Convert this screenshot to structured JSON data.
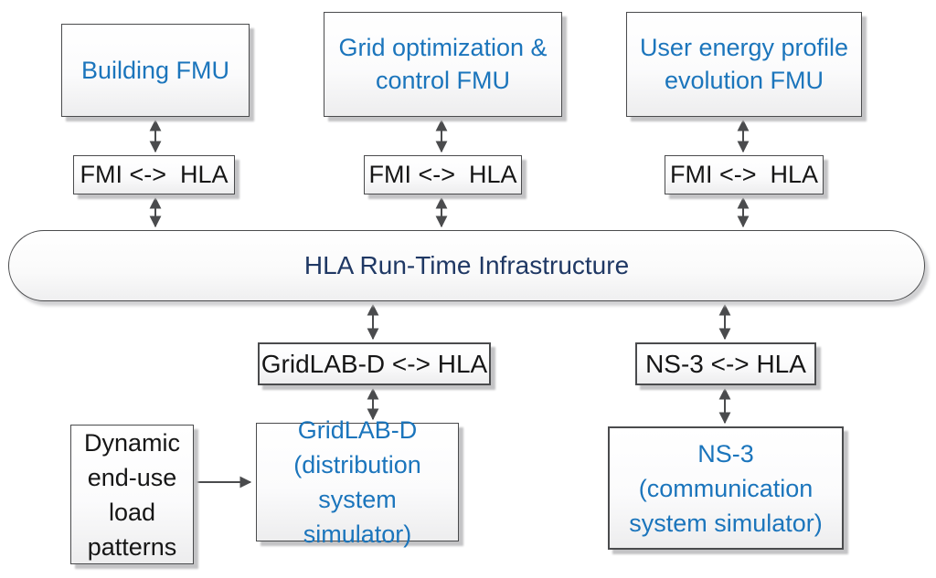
{
  "colors": {
    "accent_blue": "#1b75bc",
    "navy_blue": "#1f3864",
    "text_black": "#161616",
    "arrow_gray": "#4a4b4d",
    "box_fill_top": "#ffffff",
    "box_fill_bottom": "#ededee"
  },
  "nodes": {
    "building_fmu": {
      "label": "Building FMU"
    },
    "grid_fmu": {
      "label": "Grid optimization & control FMU"
    },
    "user_fmu": {
      "label": "User energy profile evolution FMU"
    },
    "fmi_hla_building": {
      "label": "FMI <->  HLA"
    },
    "fmi_hla_grid": {
      "label": "FMI <->  HLA"
    },
    "fmi_hla_user": {
      "label": "FMI <->  HLA"
    },
    "rti": {
      "label": "HLA Run-Time Infrastructure"
    },
    "gridlabd_hla": {
      "label": "GridLAB-D <-> HLA"
    },
    "ns3_hla": {
      "label": "NS-3 <-> HLA"
    },
    "gridlabd": {
      "label": "GridLAB-D\n(distribution system\nsimulator)"
    },
    "ns3": {
      "label": "NS-3\n(communication\nsystem simulator)"
    },
    "dynamic_load": {
      "label": "Dynamic\nend-use\nload\npatterns"
    }
  }
}
